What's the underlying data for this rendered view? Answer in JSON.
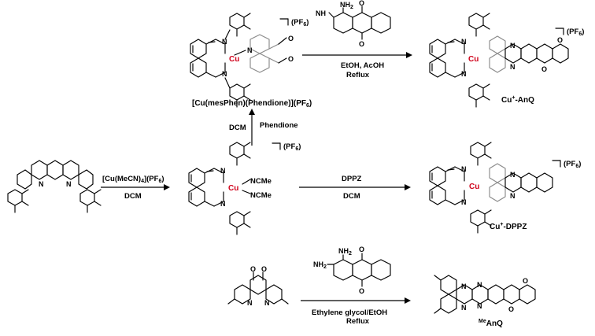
{
  "atoms": {
    "copper": "Cu",
    "nitrogen": "N",
    "oxygen": "O",
    "amine": "NH",
    "amine_sub": "2",
    "nitrile_ligand": "NCMe",
    "methyl_prefix": "Me"
  },
  "counterion": {
    "open": "(PF",
    "sub": "6",
    "close": ")"
  },
  "reactions": {
    "top": {
      "above": "",
      "below_1": "EtOH, AcOH",
      "below_2": "Reflux"
    },
    "vertical": {
      "left": "DCM",
      "right": "Phendione"
    },
    "left": {
      "above_1": "[Cu(MeCN)",
      "above_sub1": "4",
      "above_2": "](PF",
      "above_sub2": "6",
      "above_3": ")",
      "below": "DCM"
    },
    "middle": {
      "above": "DPPZ",
      "below": "DCM"
    },
    "bottom": {
      "below_1": "Ethylene glycol/EtOH",
      "below_2": "Reflux"
    }
  },
  "compounds": {
    "phendione_complex_1": "[Cu(mesPhen)(Phendione)](PF",
    "phendione_complex_sub": "6",
    "phendione_complex_2": ")",
    "cu_anq_prefix": "Cu",
    "cu_anq_sup": "+",
    "cu_anq_suffix": "-AnQ",
    "cu_dppz_prefix": "Cu",
    "cu_dppz_sup": "+",
    "cu_dppz_suffix": "-DPPZ",
    "me_anq_sup": "Me",
    "me_anq_main": "AnQ"
  }
}
